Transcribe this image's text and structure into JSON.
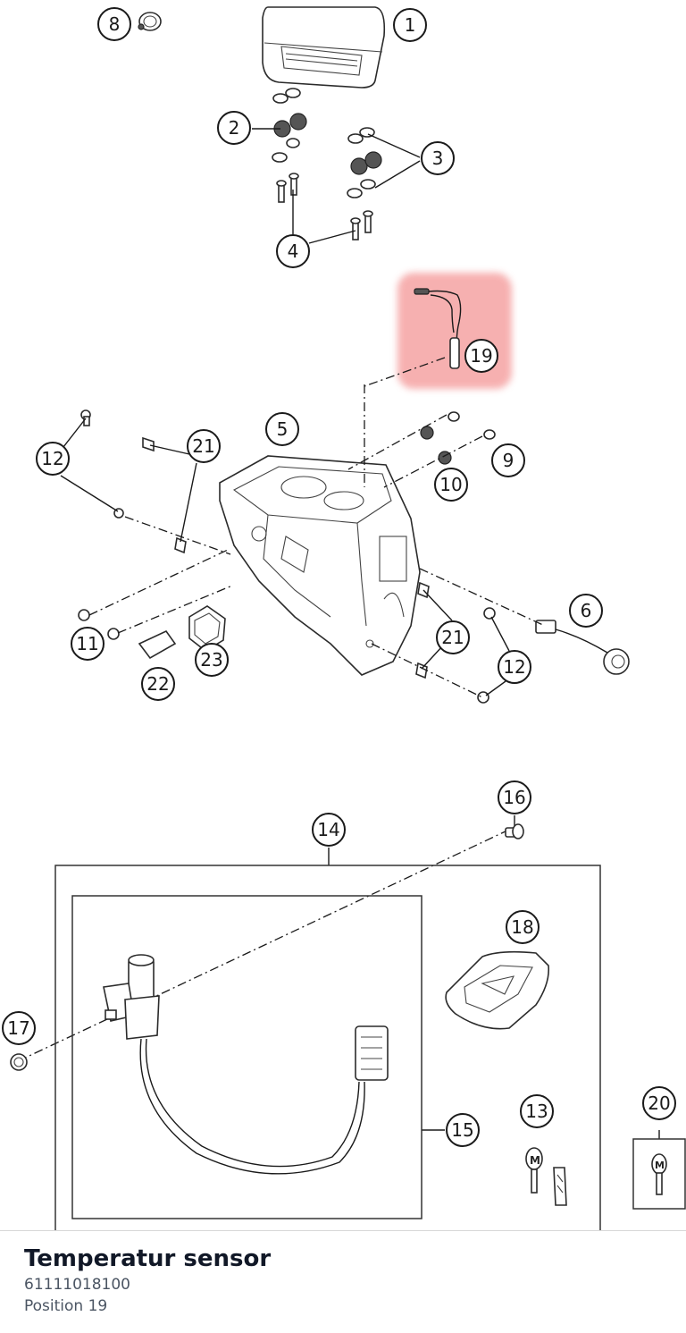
{
  "diagram": {
    "highlight_color": "#f5a3a3",
    "callouts": [
      "1",
      "2",
      "3",
      "4",
      "5",
      "6",
      "8",
      "9",
      "10",
      "11",
      "12",
      "12",
      "12",
      "13",
      "14",
      "15",
      "16",
      "17",
      "18",
      "19",
      "20",
      "21",
      "21",
      "22",
      "23"
    ]
  },
  "part": {
    "title": "Temperatur sensor",
    "number": "61111018100",
    "position": "Position 19"
  }
}
